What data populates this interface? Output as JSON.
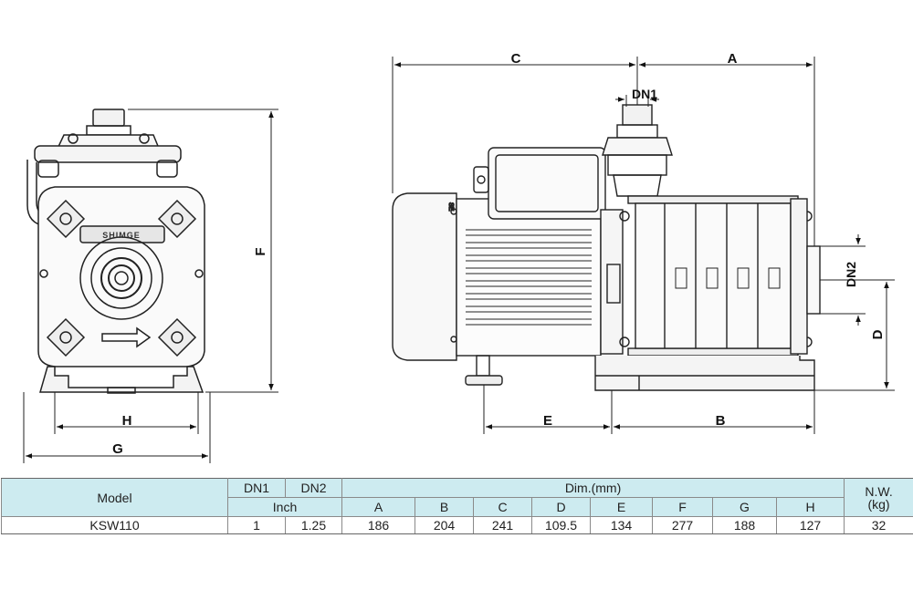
{
  "dimension_labels": {
    "c": "C",
    "a": "A",
    "dn1": "DN1",
    "dn2": "DN2",
    "d": "D",
    "e": "E",
    "b": "B",
    "f": "F",
    "h": "H",
    "g": "G"
  },
  "brand": "SHIMGE",
  "colors": {
    "table_header": "#cdebf0",
    "line": "#222222"
  },
  "table": {
    "model_header": "Model",
    "dn1_header": "DN1",
    "dn2_header": "DN2",
    "dim_header": "Dim.(mm)",
    "nw_header_line1": "N.W.",
    "nw_header_line2": "(kg)",
    "inch_header": "Inch",
    "dim_columns": [
      "A",
      "B",
      "C",
      "D",
      "E",
      "F",
      "G",
      "H"
    ],
    "rows": [
      {
        "model": "KSW110",
        "dn1": "1",
        "dn2": "1.25",
        "dims": [
          "186",
          "204",
          "241",
          "109.5",
          "134",
          "277",
          "188",
          "127"
        ],
        "nw": "32"
      }
    ]
  }
}
